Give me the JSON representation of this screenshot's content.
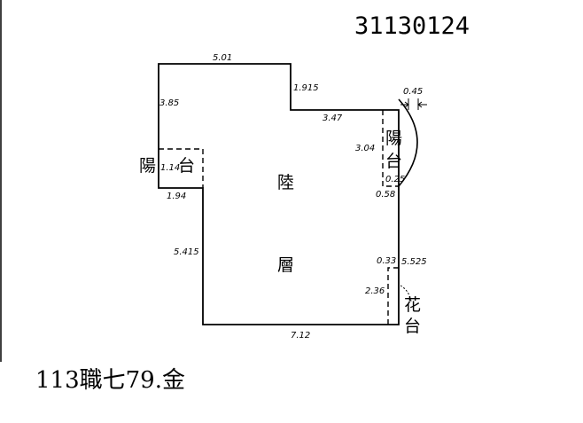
{
  "document_number": "31130124",
  "footer_text": "113職七79.金",
  "rooms": {
    "main_char_1": "陸",
    "main_char_2": "層"
  },
  "balcony_left": {
    "char_1": "陽",
    "char_2": "台"
  },
  "balcony_right": {
    "char_1": "陽",
    "char_2": "台"
  },
  "planter": {
    "char_1": "花",
    "char_2": "台"
  },
  "dimensions": {
    "top": "5.01",
    "left_upper": "3.85",
    "left_balcony": "1.14",
    "left_lower_step": "1.94",
    "left_lower": "5.415",
    "bottom": "7.12",
    "notch_vertical": "1.915",
    "notch_horizontal": "3.47",
    "right_balcony_height": "3.04",
    "balcony_depth": "0.45",
    "balcony_small": "0.25",
    "right_mid": "0.58",
    "right_step": "0.33",
    "right_lower": "5.525",
    "planter_height": "2.36"
  }
}
